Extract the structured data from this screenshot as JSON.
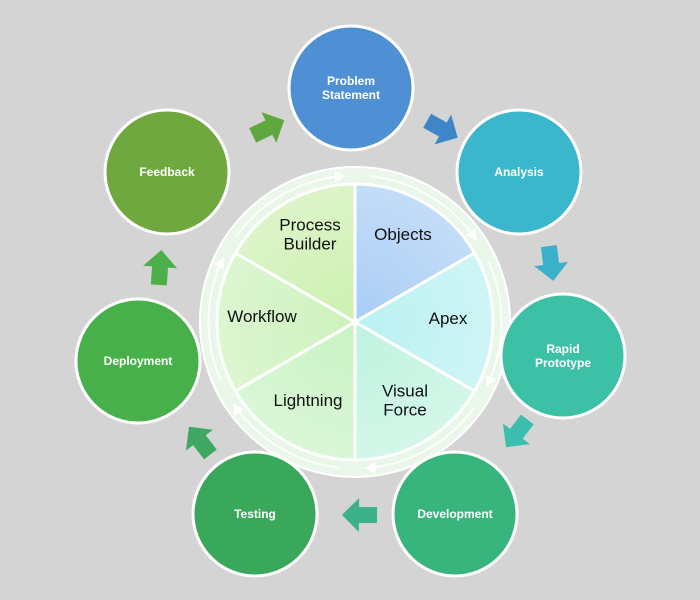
{
  "outer_nodes": [
    {
      "id": "problem-statement",
      "lines": [
        "Problem",
        "Statement"
      ],
      "color": "#4f8fd4"
    },
    {
      "id": "analysis",
      "lines": [
        "Analysis"
      ],
      "color": "#3ab7cc"
    },
    {
      "id": "rapid-prototype",
      "lines": [
        "Rapid",
        "Prototype"
      ],
      "color": "#3dc1a6"
    },
    {
      "id": "development",
      "lines": [
        "Development"
      ],
      "color": "#38b57c"
    },
    {
      "id": "testing",
      "lines": [
        "Testing"
      ],
      "color": "#3aa85a"
    },
    {
      "id": "deployment",
      "lines": [
        "Deployment"
      ],
      "color": "#48b04a"
    },
    {
      "id": "feedback",
      "lines": [
        "Feedback"
      ],
      "color": "#6ea83e"
    }
  ],
  "inner_segments": [
    {
      "id": "objects",
      "lines": [
        "Objects"
      ],
      "color": "#a9cdf5"
    },
    {
      "id": "apex",
      "lines": [
        "Apex"
      ],
      "color": "#b9f1f2"
    },
    {
      "id": "visual-force",
      "lines": [
        "Visual",
        "Force"
      ],
      "color": "#bff3df"
    },
    {
      "id": "lightning",
      "lines": [
        "Lightning"
      ],
      "color": "#c9f3c4"
    },
    {
      "id": "workflow",
      "lines": [
        "Workflow"
      ],
      "color": "#cdf2bc"
    },
    {
      "id": "process-builder",
      "lines": [
        "Process",
        "Builder"
      ],
      "color": "#cdf0b0"
    }
  ],
  "connector_colors": [
    "#3e86c8",
    "#3bb0c9",
    "#3dbdae",
    "#3bb28a",
    "#3fa764",
    "#4caf4a",
    "#5fa83e"
  ],
  "ring_color": "#dff3df"
}
